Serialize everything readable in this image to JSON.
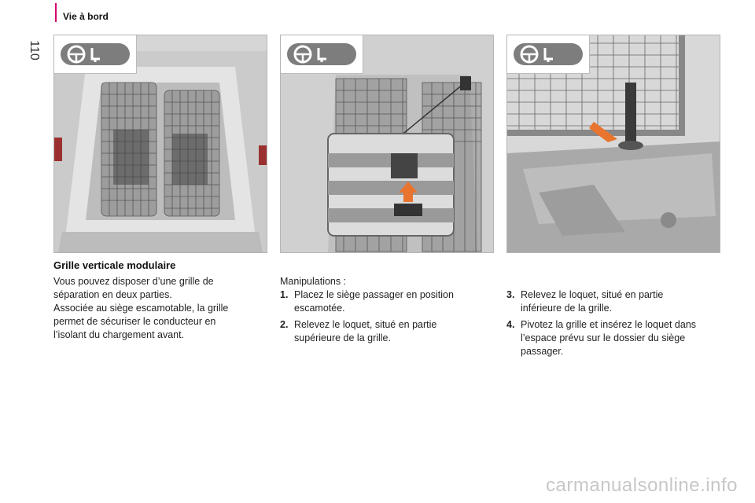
{
  "header": {
    "page_number": "110",
    "section": "Vie à bord"
  },
  "figures": [
    {
      "icon": "steering-wheel-seat-icon"
    },
    {
      "icon": "steering-wheel-seat-icon"
    },
    {
      "icon": "steering-wheel-seat-icon"
    }
  ],
  "intro": {
    "heading": "Grille verticale modulaire",
    "lines": [
      "Vous pouvez disposer d’une grille de",
      "séparation en deux parties.",
      "Associée au siège escamotable, la grille",
      "permet de sécuriser le conducteur en",
      "l’isolant du chargement avant."
    ]
  },
  "manipulations": {
    "label": "Manipulations :",
    "steps": [
      {
        "num": "1.",
        "lines": [
          "Placez le siège passager en position",
          "escamotée."
        ]
      },
      {
        "num": "2.",
        "lines": [
          "Relevez le loquet, situé en partie",
          "supérieure de la grille."
        ]
      },
      {
        "num": "3.",
        "lines": [
          "Relevez le loquet, situé en partie",
          "inférieure de la grille."
        ]
      },
      {
        "num": "4.",
        "lines": [
          "Pivotez la grille et insérez le loquet dans",
          "l’espace prévu sur le dossier du siège",
          "passager."
        ]
      }
    ]
  },
  "watermark": "carmanualsonline.info",
  "colors": {
    "accent": "#d4006e",
    "arrow": "#e8742e"
  }
}
